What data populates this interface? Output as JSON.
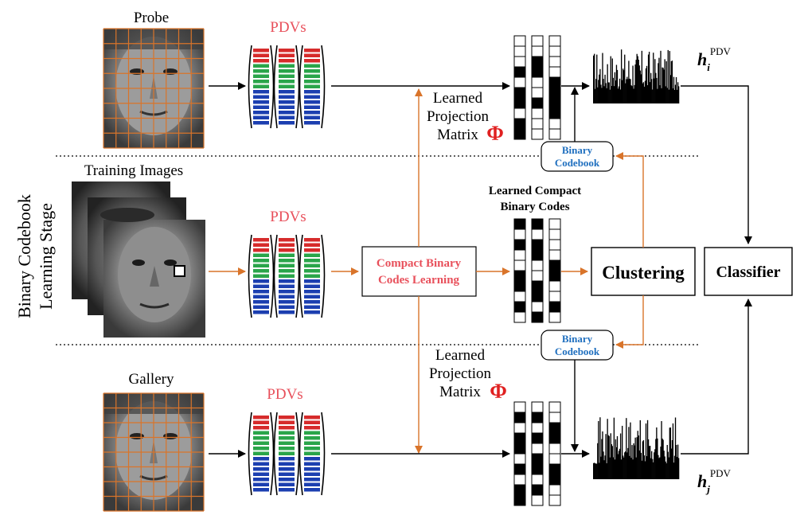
{
  "side_label": {
    "line1": "Binary Codebook",
    "line2": "Learning Stage"
  },
  "probe": {
    "title": "Probe",
    "pdvs_label": "PDVs",
    "histogram_label": "h",
    "histogram_subscript": "i",
    "histogram_superscript": "PDV"
  },
  "training": {
    "title": "Training Images",
    "pdvs_label": "PDVs"
  },
  "gallery": {
    "title": "Gallery",
    "pdvs_label": "PDVs",
    "histogram_label": "h",
    "histogram_subscript": "j",
    "histogram_superscript": "PDV"
  },
  "projection_top": {
    "line1": "Learned",
    "line2": "Projection",
    "line3": "Matrix",
    "symbol": "Φ"
  },
  "projection_bottom": {
    "line1": "Learned",
    "line2": "Projection",
    "line3": "Matrix",
    "symbol": "Φ"
  },
  "binary_codebook_top": {
    "line1": "Binary",
    "line2": "Codebook"
  },
  "binary_codebook_bottom": {
    "line1": "Binary",
    "line2": "Codebook"
  },
  "compact_codes": {
    "line1": "Learned Compact",
    "line2": "Binary Codes"
  },
  "compact_learning_box": {
    "line1": "Compact Binary",
    "line2": "Codes Learning"
  },
  "clustering_box": "Clustering",
  "classifier_box": "Classifier",
  "colors": {
    "pdv_red": "#d62b2b",
    "pdv_green": "#2aa54a",
    "pdv_blue": "#1c3fb0",
    "orange_flow": "#d9742a",
    "codebook_blue": "#1f6fbf",
    "phi_red": "#e02020",
    "pink_label": "#e8505b"
  }
}
